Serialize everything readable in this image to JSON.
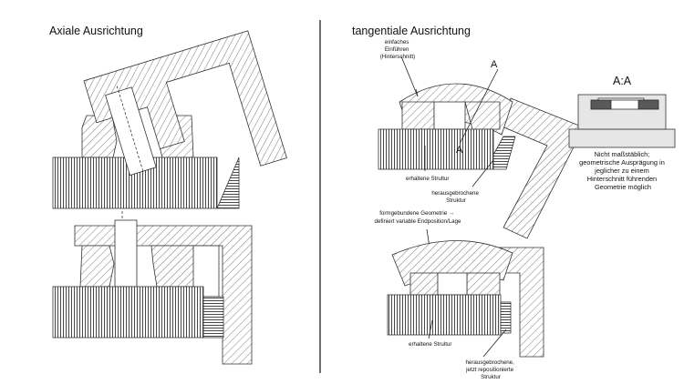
{
  "left": {
    "title": "Axiale Ausrichtung"
  },
  "right": {
    "title": "tangentiale Ausrichtung",
    "top": {
      "insert_label": [
        "einfaches",
        "Einführen",
        "(Hinterschnitt)"
      ],
      "section_marker_top": "A",
      "section_marker_bottom": "A",
      "kept_label": "erhaltene Strultur",
      "broken_label": [
        "herausgebrochene",
        "Struktur"
      ]
    },
    "middle": {
      "geometry_label": [
        "formgebundene Geometrie →",
        "definiert variable Endposition/Lage"
      ]
    },
    "bottom": {
      "kept_label": "erhaltene Strultur",
      "broken_label": [
        "herausgebrochene,",
        "jetzt repositionierte",
        "Struktur"
      ]
    }
  },
  "section_view": {
    "title": "A:A",
    "note": [
      "Nicht maßstäblich;",
      "geometrische Ausprägung in",
      "jeglicher zu einem",
      "Hinterschnitt führenden",
      "Geometrie möglich"
    ]
  }
}
